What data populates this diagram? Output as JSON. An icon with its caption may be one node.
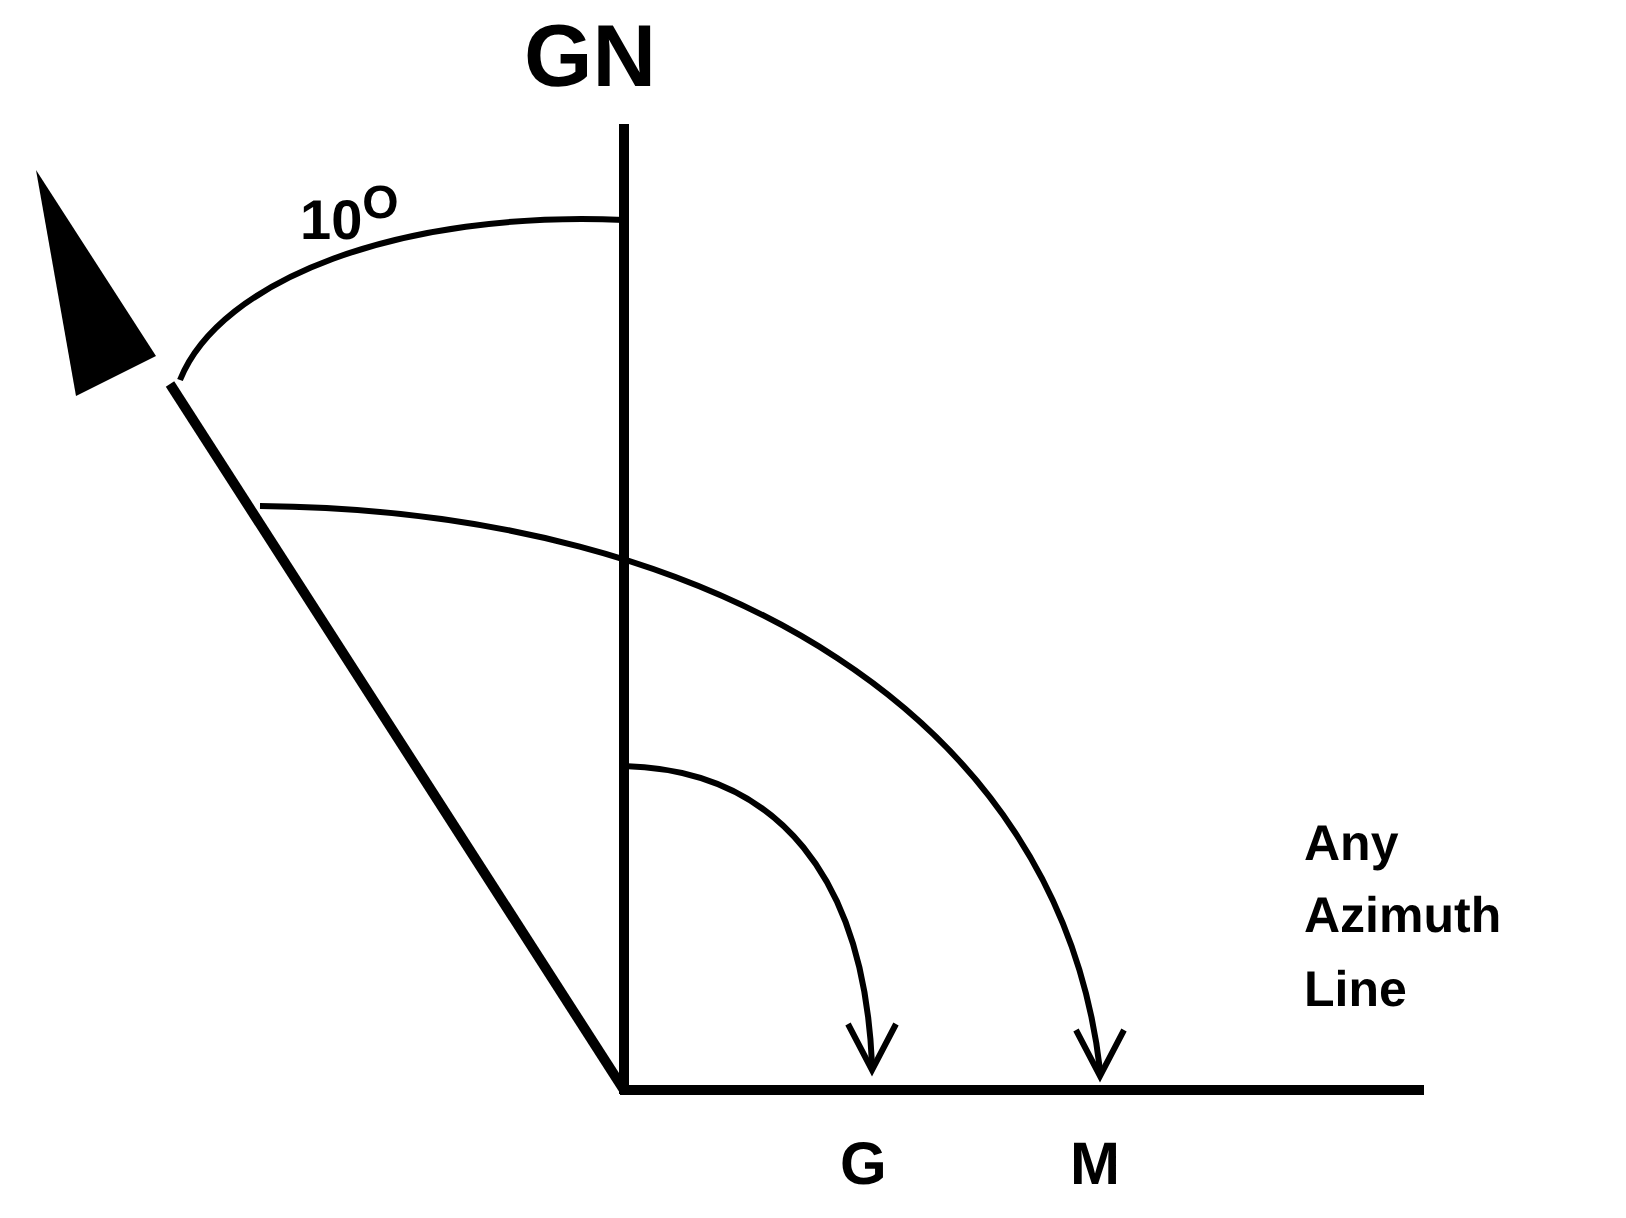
{
  "diagram": {
    "labels": [
      "GN",
      "10$^{O}$",
      "Any Azimuth Line",
      "G",
      "M"
    ]
  }
}
